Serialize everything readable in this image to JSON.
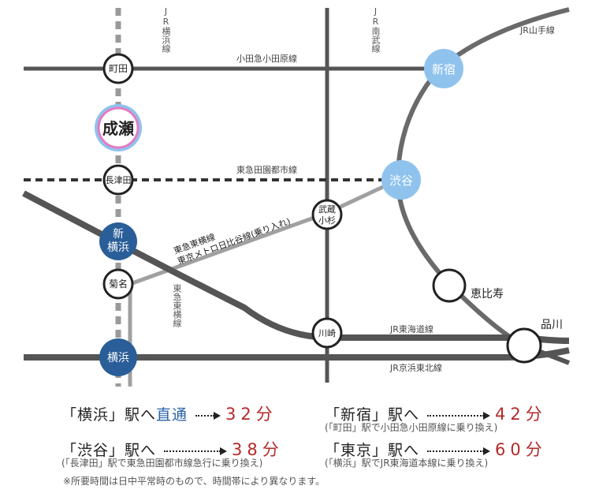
{
  "lines": {
    "jr_yokohama": "JR横浜線",
    "jr_nambu": "JR南武線",
    "odakyu": "小田急小田原線",
    "denentoshi": "東急田園都市線",
    "toyoko_1": "東急東横線",
    "toyoko_2": "東京メトロ日比谷線(乗り入れ)",
    "tokyu_toyoko_vertical": "東急東横線",
    "yamanote": "JR山手線",
    "tokaido": "JR東海道線",
    "keihin_tohoku": "JR京浜東北線"
  },
  "stations": {
    "machida": "町田",
    "naruse": "成瀬",
    "nagatsuta": "長津田",
    "shin_yokohama_1": "新",
    "shin_yokohama_2": "横浜",
    "kikuna": "菊名",
    "yokohama": "横浜",
    "musashi_kosugi_1": "武蔵",
    "musashi_kosugi_2": "小杉",
    "kawasaki": "川崎",
    "shinjuku": "新宿",
    "shibuya": "渋谷",
    "ebisu": "恵比寿",
    "shinagawa": "品川"
  },
  "routes": [
    {
      "dest": "「横浜」駅へ",
      "direct": "直通",
      "time": "32",
      "unit": "分",
      "note": ""
    },
    {
      "dest": "「新宿」駅へ",
      "direct": "",
      "time": "42",
      "unit": "分",
      "note": "(「町田」駅で小田急小田原線に乗り換え)"
    },
    {
      "dest": "「渋谷」駅へ",
      "direct": "",
      "time": "38",
      "unit": "分",
      "note": "(「長津田」駅で東急田園都市線急行に乗り換え)"
    },
    {
      "dest": "「東京」駅へ",
      "direct": "",
      "time": "60",
      "unit": "分",
      "note": "(「横浜」駅でJR東海道本線に乗り換え)"
    }
  ],
  "footnote": "※所要時間は日中平常時のもので、時間帯により異なります。",
  "colors": {
    "line_dark": "#555555",
    "line_gray": "#9a9a9a",
    "station_blue": "#2a5e98",
    "station_light_blue": "#8fc3ee",
    "highlight_pink": "#e57bc0",
    "time_red": "#b42a2a"
  }
}
